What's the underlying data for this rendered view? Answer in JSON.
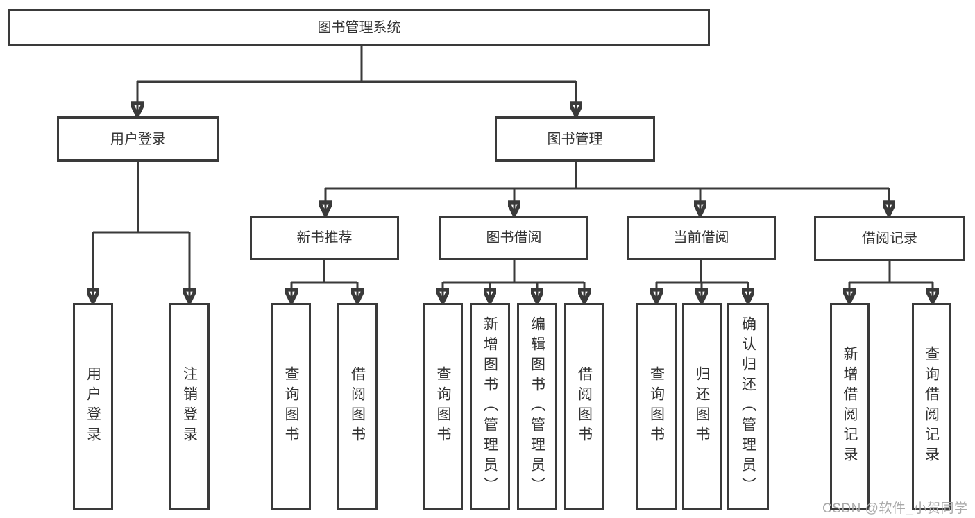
{
  "diagram": {
    "root": {
      "label": "图书管理系统"
    },
    "level2": [
      {
        "label": "用户登录"
      },
      {
        "label": "图书管理"
      }
    ],
    "level3": [
      {
        "label": "新书推荐"
      },
      {
        "label": "图书借阅"
      },
      {
        "label": "当前借阅"
      },
      {
        "label": "借阅记录"
      }
    ],
    "leaves": {
      "user_login": [
        "用户登录",
        "注销登录"
      ],
      "new_books": [
        "查询图书",
        "借阅图书"
      ],
      "book_borrow": [
        "查询图书",
        "新增图书（管理员）",
        "编辑图书（管理员）",
        "借阅图书"
      ],
      "current_borrow": [
        "查询图书",
        "归还图书",
        "确认归还（管理员）"
      ],
      "borrow_records": [
        "新增借阅记录",
        "查询借阅记录"
      ]
    }
  },
  "watermark": {
    "text": "CSDN @软件_小贺同学"
  },
  "colors": {
    "line": "#3a3a3a",
    "text": "#333333",
    "bg": "#ffffff",
    "watermark": "#a9a9a9"
  }
}
